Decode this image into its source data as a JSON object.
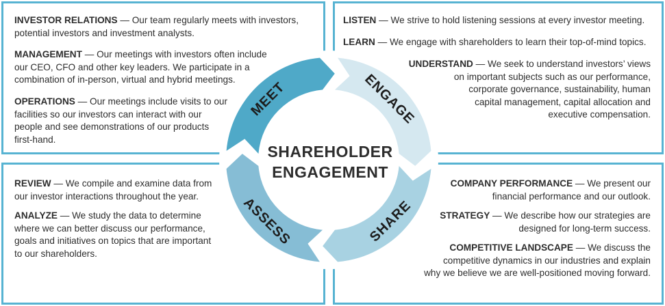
{
  "top_left": [
    {
      "title": "INVESTOR RELATIONS",
      "lines": [
        " — Our team regularly meets with investors,",
        "potential investors and investment analysts."
      ]
    },
    {
      "title": "MANAGEMENT",
      "lines": [
        " — Our meetings with investors often include",
        "our CEO, CFO and other key leaders.  We participate in a",
        "combination of in-person, virtual and hybrid meetings."
      ]
    },
    {
      "title": "OPERATIONS",
      "lines": [
        " — Our meetings include visits to our",
        "facilities so our investors can interact with our",
        "people and see demonstrations of our products",
        "first-hand."
      ]
    }
  ],
  "top_right": [
    {
      "title": "LISTEN",
      "lines": [
        " — We strive to hold listening sessions at every investor meeting."
      ]
    },
    {
      "title": "LEARN",
      "lines": [
        " — We engage with shareholders to learn their top-of-mind topics."
      ]
    },
    {
      "title": "UNDERSTAND",
      "lines": [
        " — We seek to understand investors’ views",
        "on important subjects such as our performance,",
        "corporate governance, sustainability, human",
        "capital management, capital allocation and",
        "executive compensation."
      ]
    }
  ],
  "bottom_left": [
    {
      "title": "REVIEW",
      "lines": [
        " — We compile and examine data from",
        "our investor interactions throughout the year."
      ]
    },
    {
      "title": "ANALYZE",
      "lines": [
        " — We study the data to determine",
        "where we can better discuss our performance,",
        "goals and initiatives on topics that are important",
        "to our shareholders."
      ]
    }
  ],
  "bottom_right": [
    {
      "title": "COMPANY PERFORMANCE",
      "lines": [
        " — We present our",
        "financial performance and our outlook."
      ]
    },
    {
      "title": "STRATEGY",
      "lines": [
        " — We describe how our strategies are",
        "designed for long-term success."
      ]
    },
    {
      "title": "COMPETITIVE LANDSCAPE",
      "lines": [
        " — We discuss the",
        "competitive dynamics in our industries and explain",
        "why we believe we are well-positioned moving forward."
      ]
    }
  ],
  "cycle": {
    "center_line1": "SHAREHOLDER",
    "center_line2": "ENGAGEMENT",
    "segments": [
      {
        "label": "MEET",
        "color": "#4fa9c8"
      },
      {
        "label": "ENGAGE",
        "color": "#d5e8f0"
      },
      {
        "label": "SHARE",
        "color": "#a8d2e2"
      },
      {
        "label": "ASSESS",
        "color": "#86bdd5"
      }
    ]
  }
}
